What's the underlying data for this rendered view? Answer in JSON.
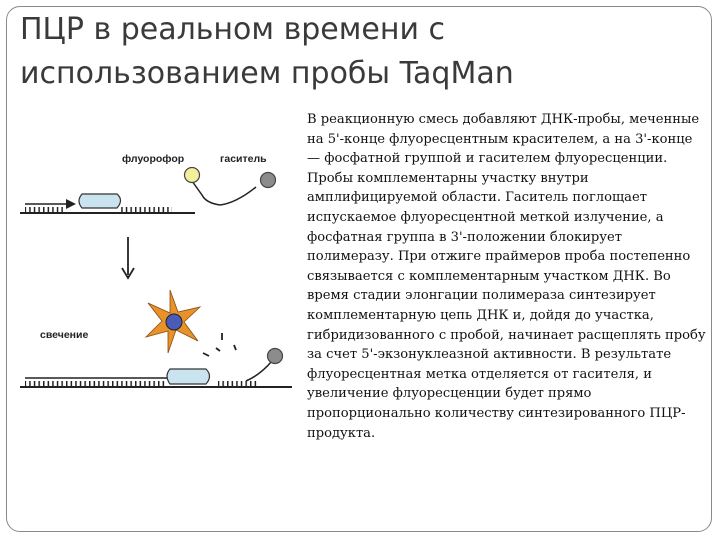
{
  "slide": {
    "title": "ПЦР в реальном времени с использованием пробы TaqMan",
    "body": "В реакционную смесь добавляют ДНК-пробы, меченные на 5'-конце флуоресцентным красителем, а на 3'-конце — фосфатной группой и гасителем флуоресценции. Пробы комплементарны участку внутри амплифицируемой области. Гаситель поглощает испускаемое флуоресцентной меткой излучение, а фосфатная группа в 3'-положении блокирует полимеразу. При отжиге праймеров проба постепенно связывается с комплементарным участком ДНК. Во время стадии элонгации полимераза синтезирует комплементарную цепь ДНК и, дойдя до участка, гибридизованного с пробой, начинает расщеплять пробу за счет 5'-экзонуклеазной активности. В результате флуоресцентная метка отделяется от гасителя, и увеличение флуоресценции будет прямо пропорционально количеству синтезированного ПЦР-продукта."
  },
  "figure": {
    "label_fluorophore": "флуорофор",
    "label_quencher": "гаситель",
    "label_glow": "свечение"
  },
  "colors": {
    "fluorophore": "#f3ef9a",
    "quencher": "#8c8c8c",
    "polymerase": "#c9e4ee",
    "star_outer": "#e8922a",
    "star_inner": "#4a5cb8"
  }
}
